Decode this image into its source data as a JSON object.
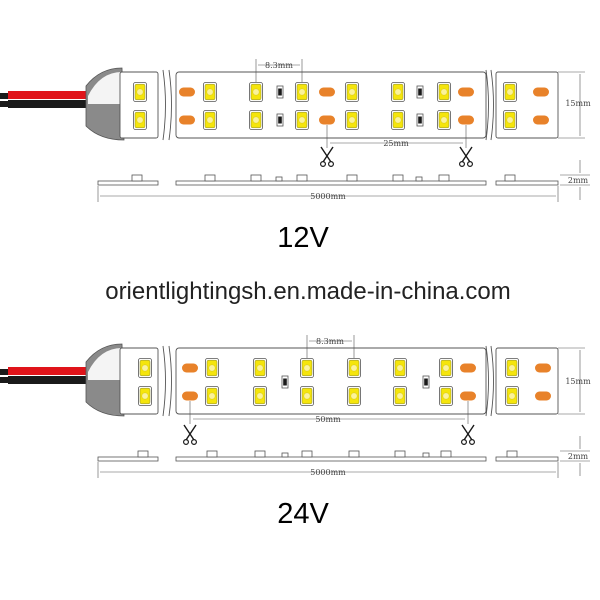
{
  "colors": {
    "led_yellow": "#f5e50c",
    "pad_orange": "#e8822a",
    "wire_red": "#e0141a",
    "wire_black": "#1a1a1a",
    "outline": "#555555",
    "endcap_top": "#ffffff",
    "endcap_bottom": "#8a8a8a"
  },
  "panels": [
    {
      "voltage_label": "12V",
      "pitch_label": "8.3mm",
      "cut_interval_label": "25mm",
      "width_label": "15mm",
      "thickness_label": "2mm",
      "length_label": "5000mm"
    },
    {
      "voltage_label": "24V",
      "pitch_label": "8.3mm",
      "cut_interval_label": "50mm",
      "width_label": "15mm",
      "thickness_label": "2mm",
      "length_label": "5000mm"
    }
  ],
  "watermark": "orientlightingsh.en.made-in-china.com"
}
